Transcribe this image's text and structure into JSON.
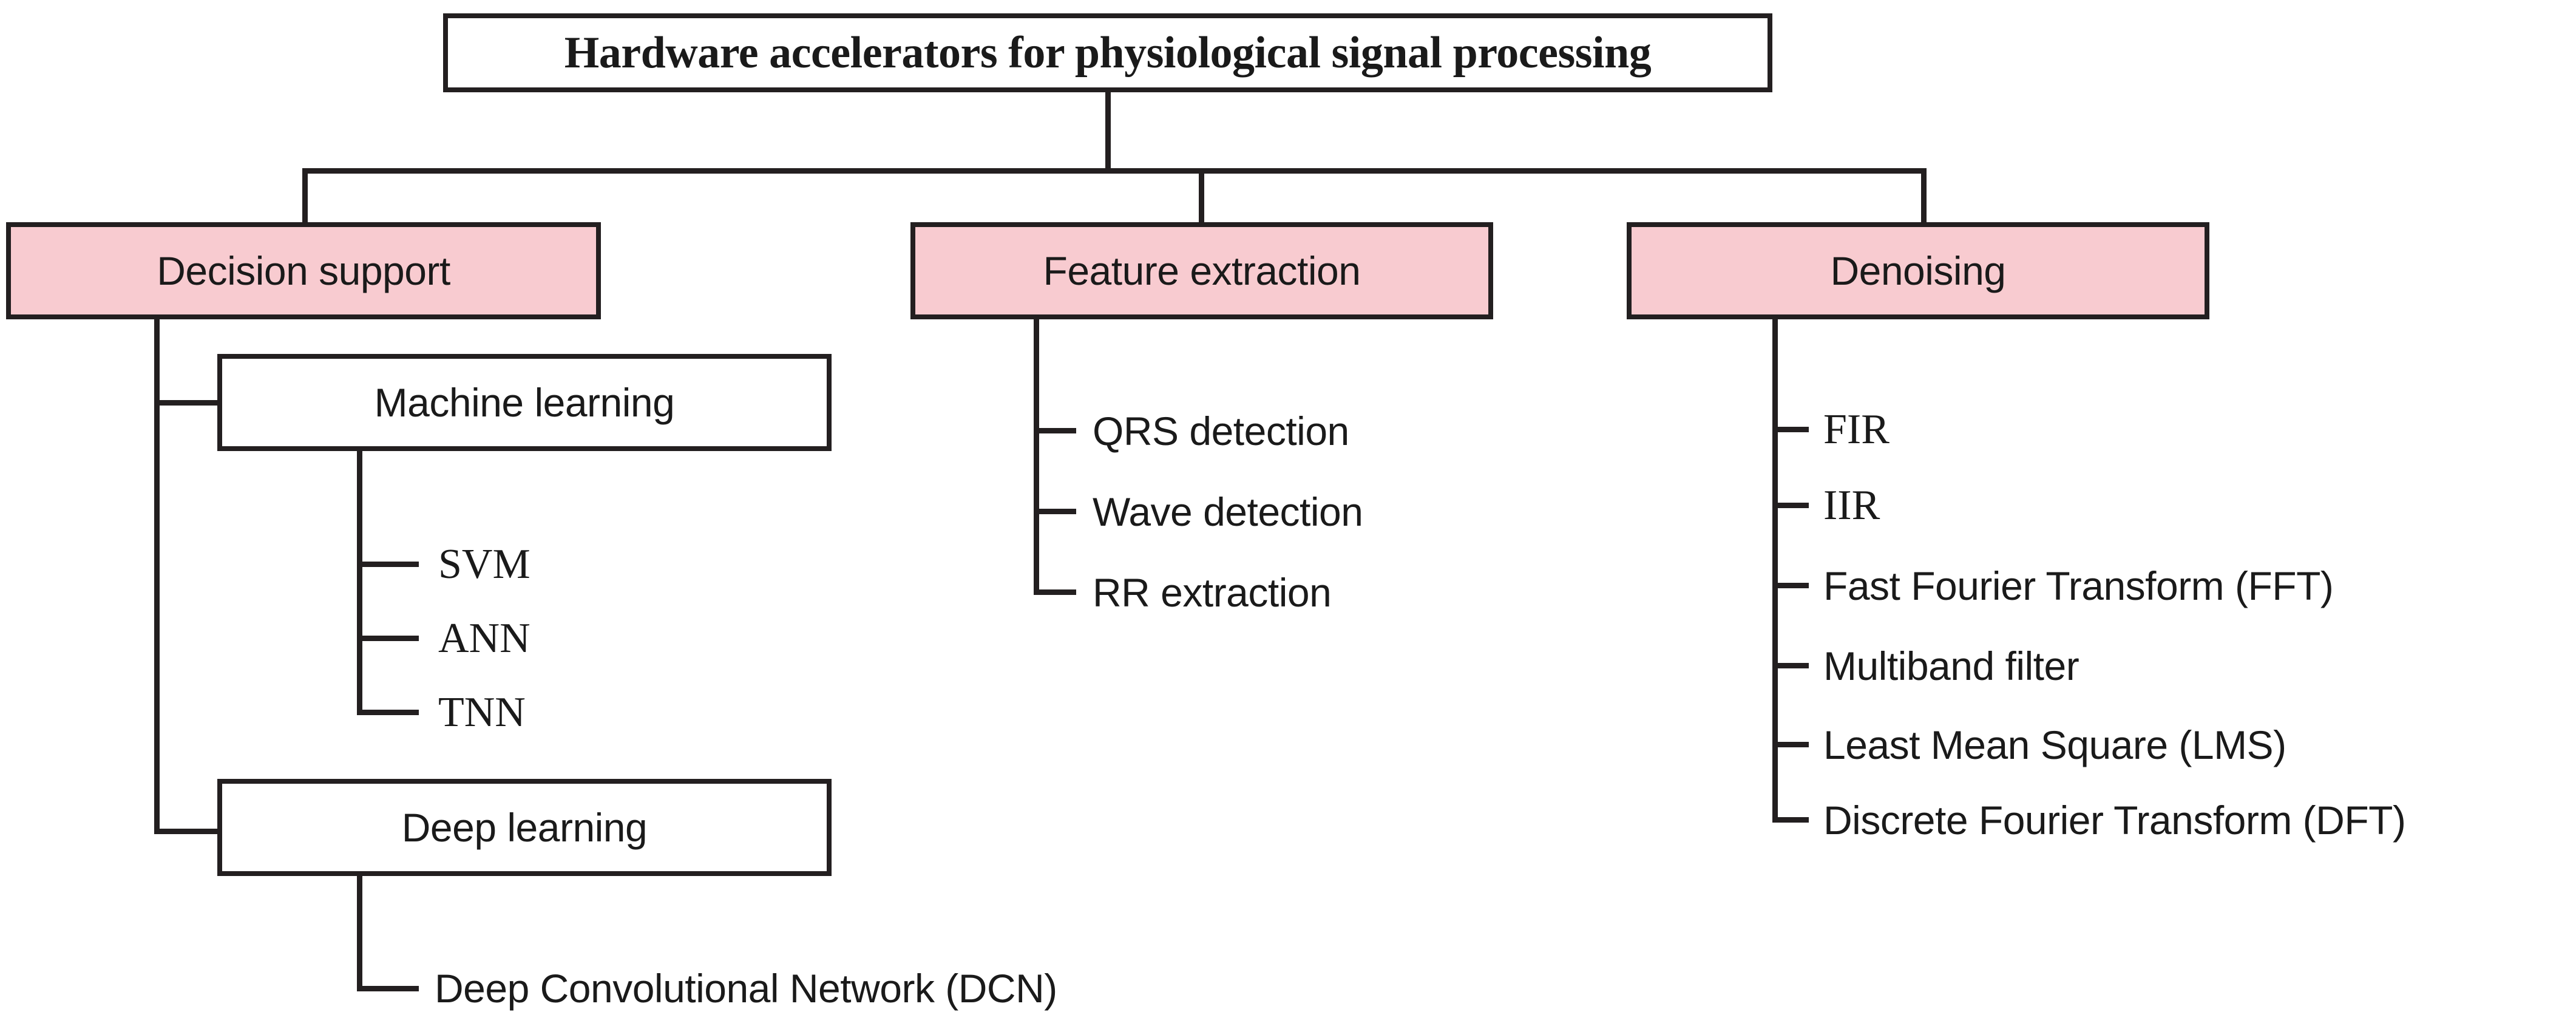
{
  "colors": {
    "ink": "#231f20",
    "category_fill": "#f8cbd0",
    "background": "#ffffff",
    "text": "#1a1a1a"
  },
  "diagram": {
    "type": "tree-taxonomy",
    "root": {
      "label": "Hardware accelerators for physiological signal processing"
    },
    "categories": [
      {
        "id": "decision-support",
        "label": "Decision support",
        "subgroups": [
          {
            "id": "machine-learning",
            "label": "Machine learning",
            "leaves": [
              {
                "label": "SVM"
              },
              {
                "label": "ANN"
              },
              {
                "label": "TNN"
              }
            ]
          },
          {
            "id": "deep-learning",
            "label": "Deep learning",
            "leaves": [
              {
                "label": "Deep Convolutional Network (DCN)"
              }
            ]
          }
        ]
      },
      {
        "id": "feature-extraction",
        "label": "Feature extraction",
        "leaves": [
          {
            "label": "QRS detection"
          },
          {
            "label": "Wave detection"
          },
          {
            "label": "RR extraction"
          }
        ]
      },
      {
        "id": "denoising",
        "label": "Denoising",
        "leaves": [
          {
            "label": "FIR"
          },
          {
            "label": "IIR"
          },
          {
            "label": "Fast Fourier Transform (FFT)"
          },
          {
            "label": "Multiband filter"
          },
          {
            "label": "Least Mean Square (LMS)"
          },
          {
            "label": "Discrete Fourier Transform (DFT)"
          }
        ]
      }
    ]
  }
}
